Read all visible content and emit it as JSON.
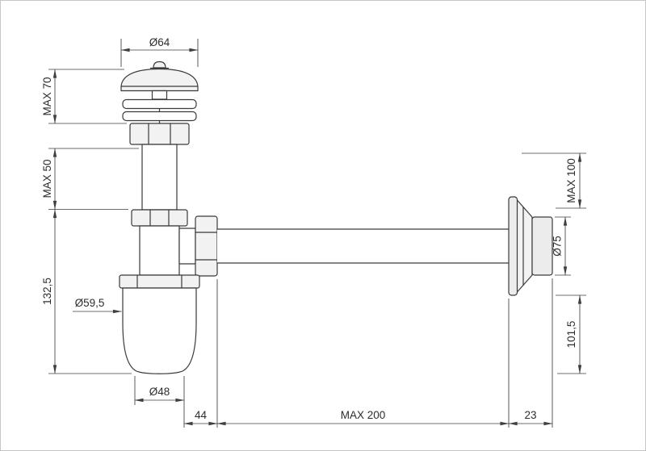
{
  "sheet": {
    "background": "#ffffff",
    "border_color": "#c6c6c6",
    "line_color": "#3a3a3a",
    "dimension_color": "#3f3f3f"
  },
  "drawing": {
    "labels": {
      "dia64": "Ø64",
      "max70": "MAX 70",
      "max50": "MAX 50",
      "h1325": "132,5",
      "dia595": "Ø59,5",
      "dia48": "Ø48",
      "w44": "44",
      "max200": "MAX 200",
      "w23": "23",
      "max100": "MAX 100",
      "dia75": "Ø75",
      "h1015": "101,5"
    }
  }
}
